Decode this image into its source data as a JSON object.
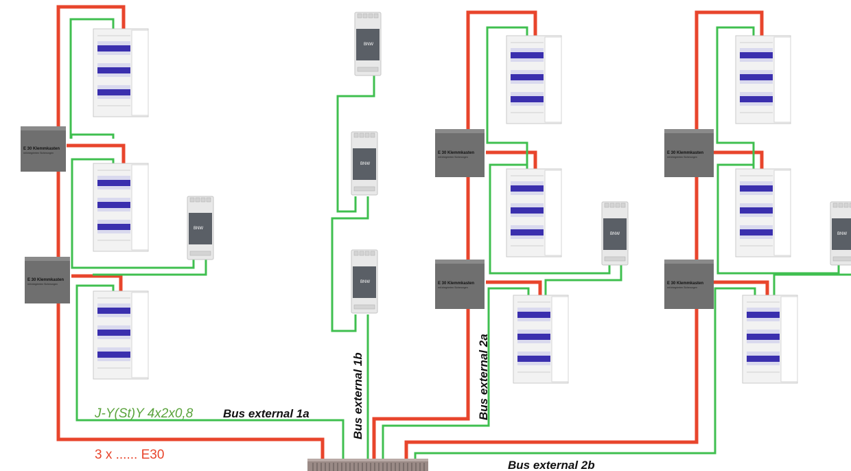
{
  "labels": {
    "cable_type": "J-Y(St)Y 4x2x0,8",
    "bus_1a": "Bus external 1a",
    "bus_1b": "Bus external 1b",
    "bus_2a": "Bus external 2a",
    "bus_2b": "Bus external 2b",
    "e30_count": "3 x ...... E30"
  },
  "junction_box": {
    "title": "E 30 Klemmkasten",
    "subtitle": "mit integrierten Sicherungen"
  },
  "bnw_module": {
    "label": "BNW"
  },
  "colors": {
    "e30_wire": "#e8452c",
    "bus_wire": "#3fbf4f",
    "label_green": "#5aa33c",
    "label_red": "#e8452c"
  }
}
